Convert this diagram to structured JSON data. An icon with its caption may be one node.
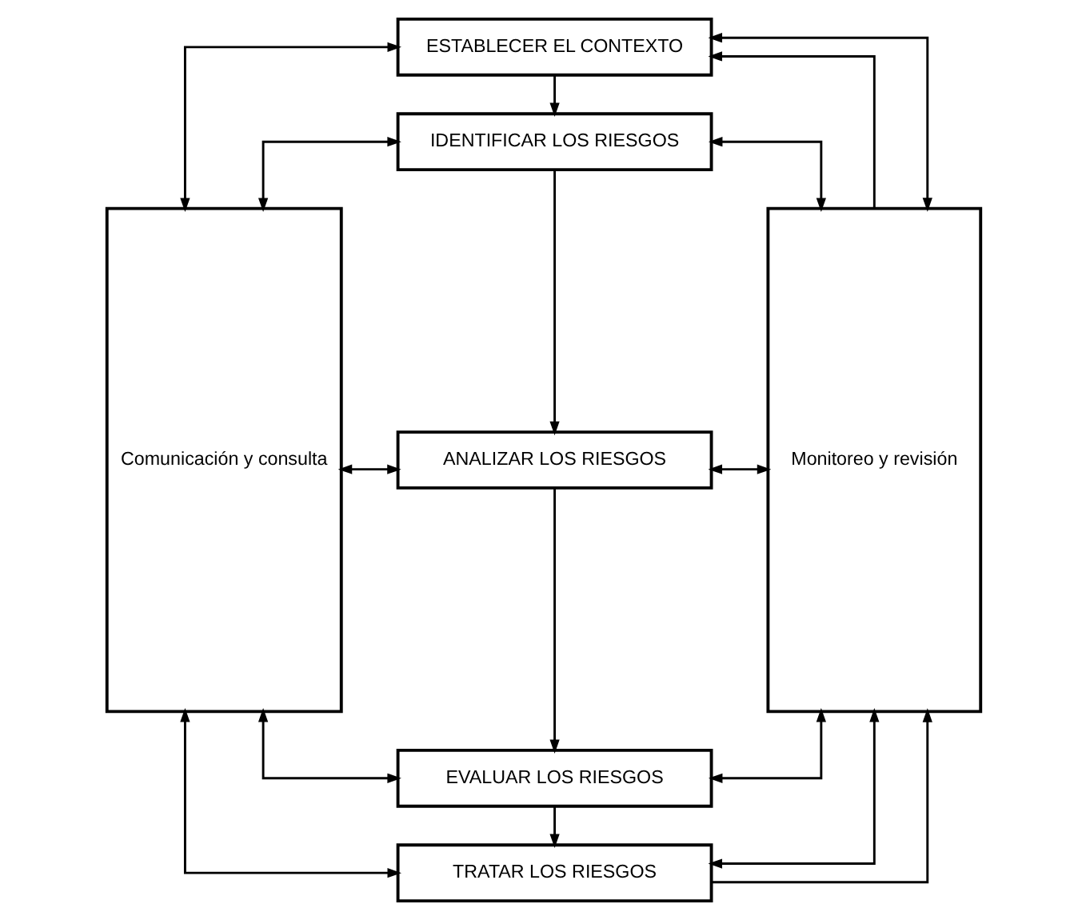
{
  "diagram": {
    "nodes": [
      {
        "text": [
          "Comunicación y consulta"
        ]
      },
      {
        "text": [
          "ESTABLECER EL CONTEXTO"
        ]
      },
      {
        "text": [
          "IDENTIFICAR LOS RIESGOS"
        ]
      },
      {
        "text": [
          "ANALIZAR LOS RIESGOS"
        ]
      },
      {
        "text": [
          "EVALUAR LOS RIESGOS"
        ]
      },
      {
        "text": [
          "TRATAR LOS RIESGOS"
        ]
      },
      {
        "text": [
          "Monitoreo y revisión"
        ]
      }
    ],
    "edges": [
      {
        "from": 0,
        "to": 1,
        "arrow": "both"
      },
      {
        "from": 1,
        "to": 6,
        "arrow": "both"
      },
      {
        "from": 1,
        "to": 2,
        "arrow": "to"
      },
      {
        "from": 0,
        "to": 2,
        "arrow": "both"
      },
      {
        "from": 2,
        "to": 6,
        "arrow": "both"
      },
      {
        "from": 2,
        "to": 3,
        "arrow": "to"
      },
      {
        "from": 0,
        "to": 3,
        "arrow": "both"
      },
      {
        "from": 3,
        "to": 6,
        "arrow": "both"
      },
      {
        "from": 3,
        "to": 4,
        "arrow": "to"
      },
      {
        "from": 0,
        "to": 4,
        "arrow": "both"
      },
      {
        "from": 4,
        "to": 6,
        "arrow": "both"
      },
      {
        "from": 4,
        "to": 5,
        "arrow": "to"
      },
      {
        "from": 0,
        "to": 5,
        "arrow": "both"
      },
      {
        "from": 5,
        "to": 6,
        "arrow": "both"
      },
      {
        "from": 6,
        "to": 1,
        "arrow": "to"
      },
      {
        "from": 5,
        "to": 6,
        "arrow": "to"
      }
    ]
  }
}
